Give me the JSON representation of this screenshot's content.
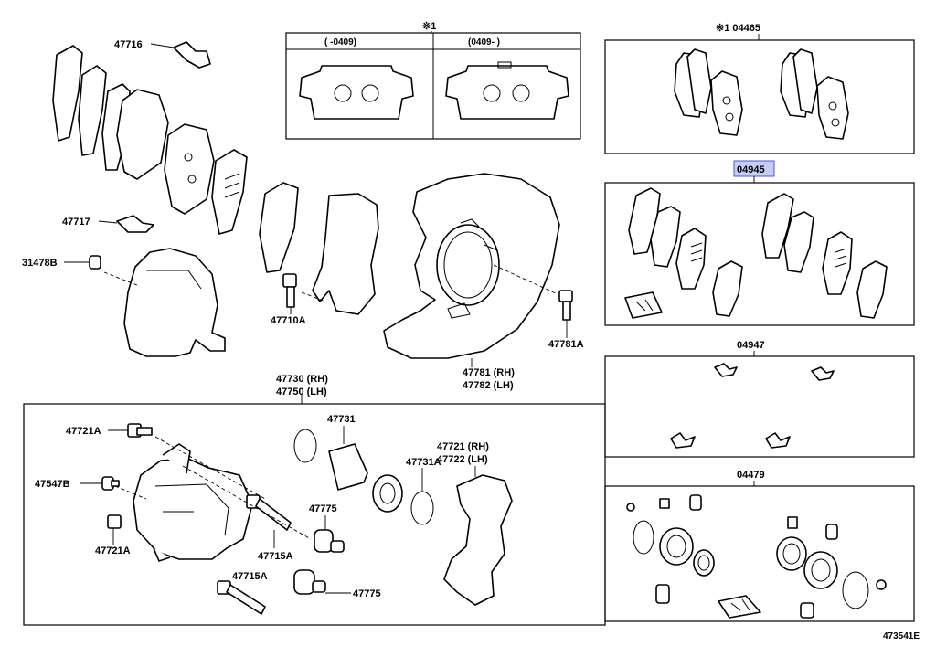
{
  "diagram_id": "473541E",
  "note_marker_pad_set": "※1",
  "pad_variants": [
    {
      "label": "(      -0409)"
    },
    {
      "label": "(0409-      )"
    }
  ],
  "kits": {
    "pad_kit": "※1 04465",
    "fitting_kit": "04945",
    "anti_squeal_kit": "04947",
    "cylinder_kit": "04479"
  },
  "part_labels": {
    "p47716": "47716",
    "p47717": "47717",
    "p31478B": "31478B",
    "p47710A": "47710A",
    "p47781A": "47781A",
    "p47781_rh": "47781 (RH)",
    "p47782_lh": "47782 (LH)",
    "p47730_rh": "47730 (RH)",
    "p47750_lh": "47750 (LH)",
    "p47721A_top": "47721A",
    "p47547B": "47547B",
    "p47721A_bottom": "47721A",
    "p47731": "47731",
    "p47731A": "47731A",
    "p47721_rh": "47721 (RH)",
    "p47722_lh": "47722 (LH)",
    "p47775_top": "47775",
    "p47715A_mid": "47715A",
    "p47715A_low": "47715A",
    "p47775_bottom": "47775"
  }
}
